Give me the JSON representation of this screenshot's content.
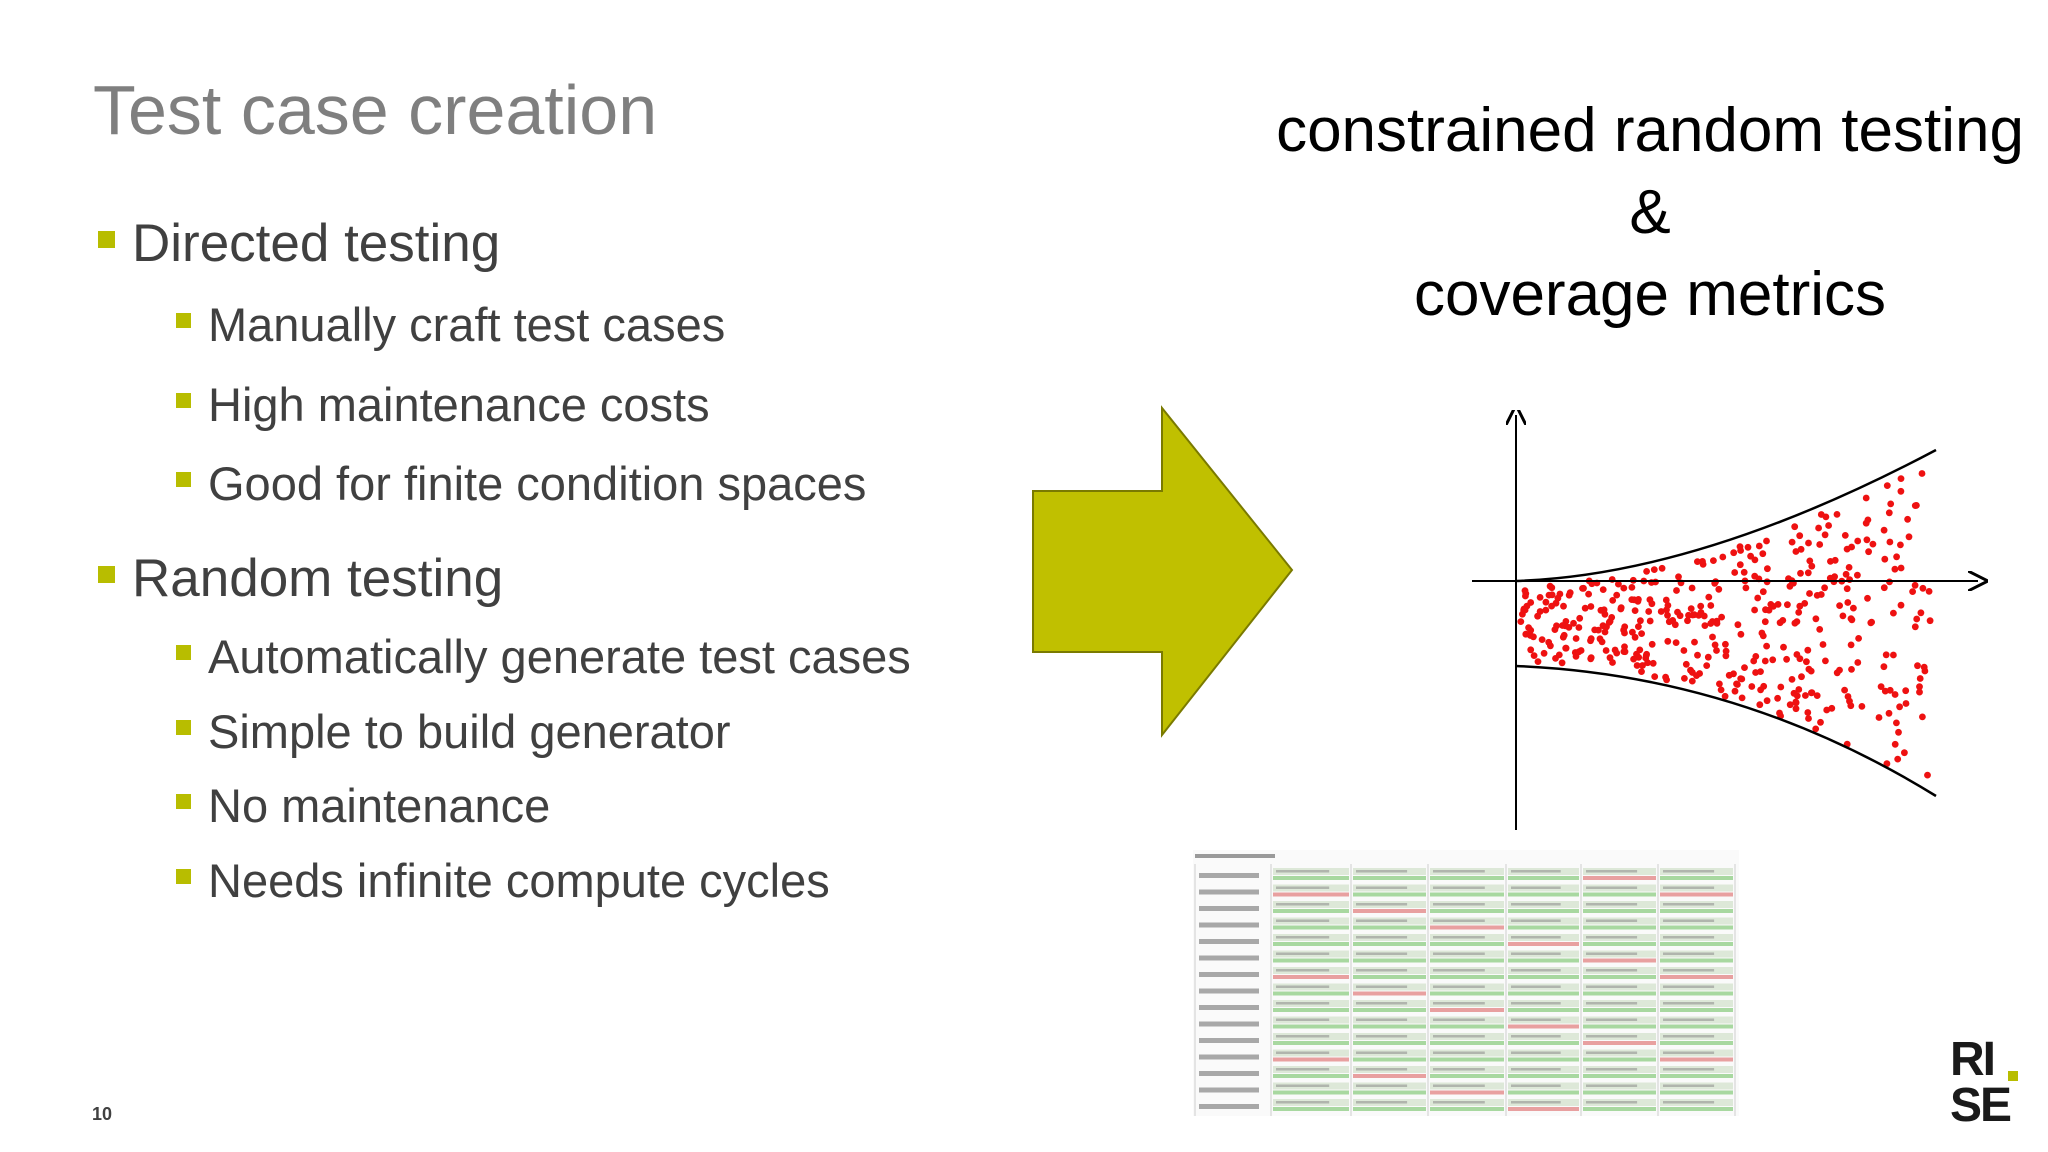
{
  "slide": {
    "title": "Test case creation",
    "page_number": "10",
    "accent_color": "#b8bd00"
  },
  "bullets": [
    {
      "level": 1,
      "text": "Directed testing"
    },
    {
      "level": 2,
      "text": "Manually craft test cases"
    },
    {
      "level": 2,
      "text": "High maintenance costs"
    },
    {
      "level": 2,
      "text": "Good for finite condition spaces"
    },
    {
      "level": 1,
      "text": "Random testing"
    },
    {
      "level": 2,
      "text": "Automatically generate test cases"
    },
    {
      "level": 2,
      "text": "Simple to build generator"
    },
    {
      "level": 2,
      "text": "No maintenance"
    },
    {
      "level": 2,
      "text": "Needs infinite compute cycles"
    }
  ],
  "right": {
    "line1": "constrained random testing",
    "line2": "&",
    "line3": "coverage metrics"
  },
  "arrow": {
    "color": "#c0c000",
    "stroke": "#7a7a00",
    "icon": "right-arrow-icon"
  },
  "scatter": {
    "point_color": "#ee1111",
    "description_icon": "funnel-scatter-plot"
  },
  "logo": {
    "line1": "RI",
    "line2": "SE",
    "dot_color": "#b8bd00"
  }
}
